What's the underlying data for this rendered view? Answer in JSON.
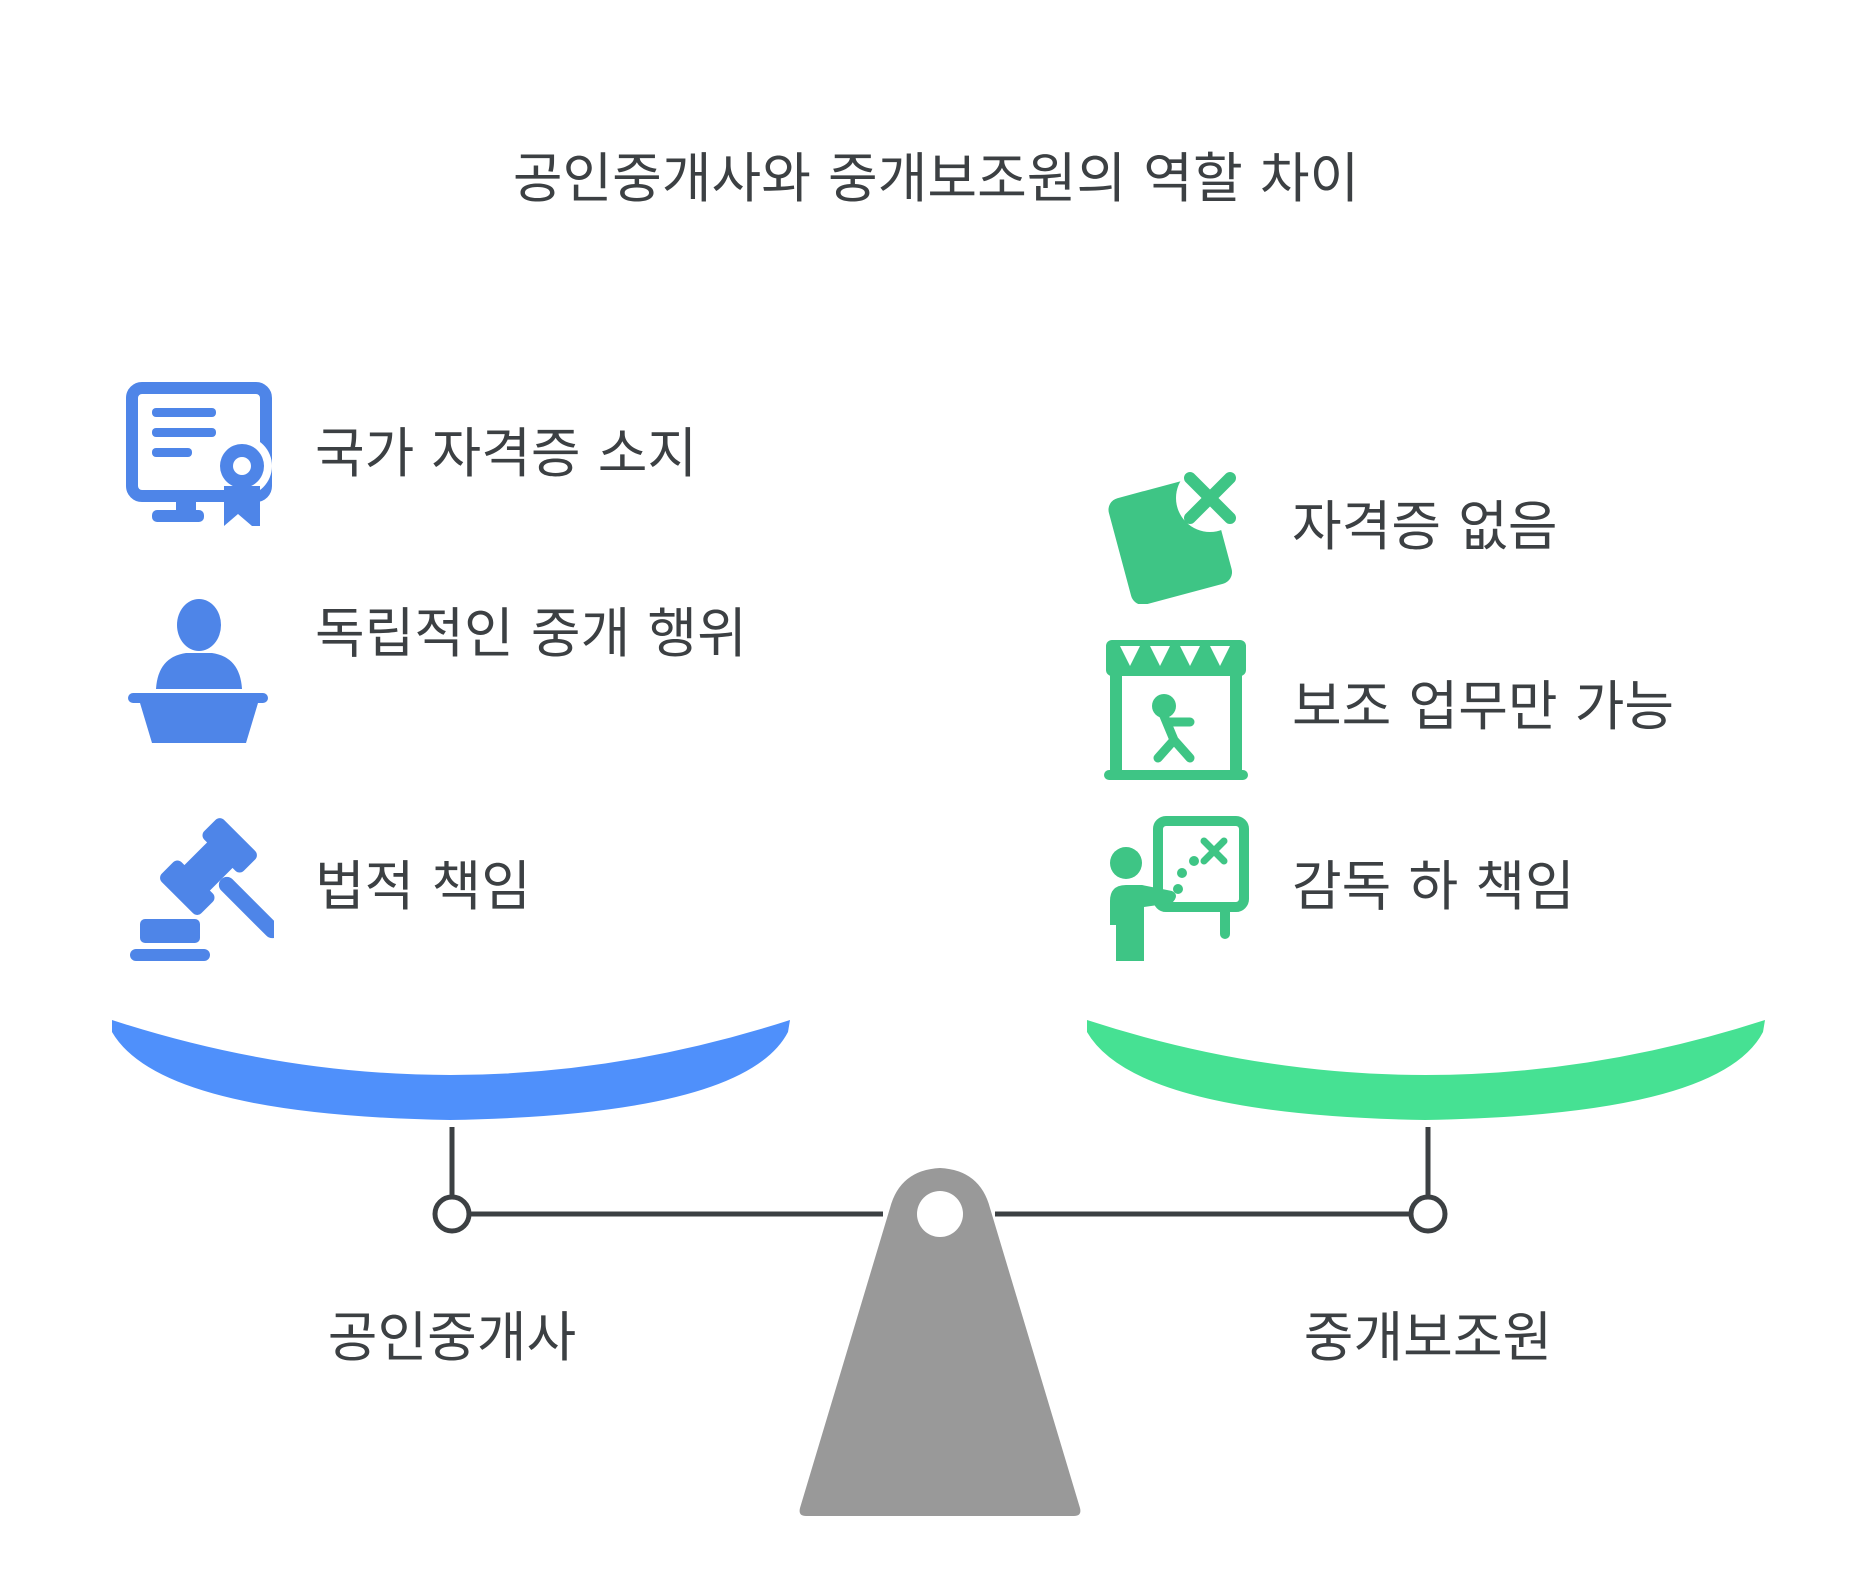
{
  "title": "공인중개사와 중개보조원의 역할 차이",
  "left": {
    "label": "공인중개사",
    "color": "#4f90fb",
    "icon_color": "#4e85e8",
    "items": [
      {
        "text": "국가 자격증 소지",
        "icon": "certificate-icon"
      },
      {
        "text": "독립적인 중개 행위",
        "icon": "speaker-podium-icon"
      },
      {
        "text": "법적 책임",
        "icon": "gavel-icon"
      }
    ]
  },
  "right": {
    "label": "중개보조원",
    "color": "#46e193",
    "icon_color": "#3ec585",
    "items": [
      {
        "text": "자격증 없음",
        "icon": "no-certificate-icon"
      },
      {
        "text": "보조 업무만 가능",
        "icon": "presenter-stage-icon"
      },
      {
        "text": "감독 하 책임",
        "icon": "supervisor-board-icon"
      }
    ]
  },
  "scale": {
    "beam_color": "#3c4043",
    "fulcrum_color": "#999999"
  }
}
